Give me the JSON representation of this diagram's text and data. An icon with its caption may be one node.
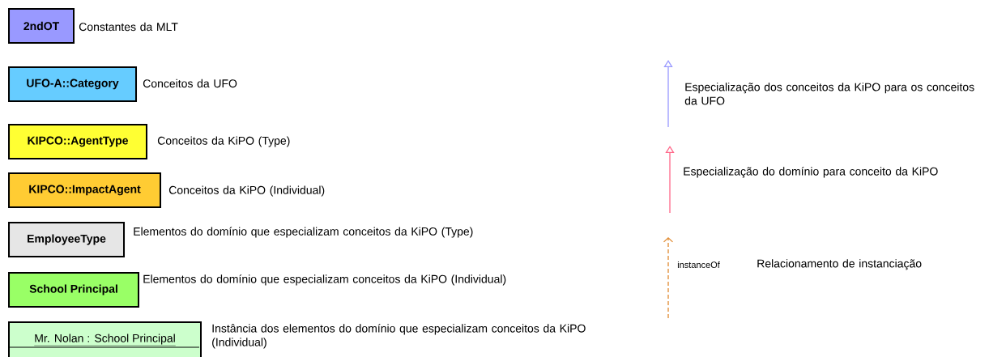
{
  "diagram": {
    "nodes": [
      {
        "text": [
          "2ndOT"
        ],
        "beside": [
          "Constantes da MLT"
        ]
      },
      {
        "text": [
          "UFO-A::Category"
        ],
        "beside": [
          "Conceitos da UFO"
        ]
      },
      {
        "text": [
          "KIPCO::AgentType"
        ],
        "beside": [
          "Conceitos da KiPO (Type)"
        ]
      },
      {
        "text": [
          "KIPCO::ImpactAgent"
        ],
        "beside": [
          "Conceitos da KiPO (Individual)"
        ]
      },
      {
        "text": [
          "EmployeeType"
        ],
        "beside": [
          "Elementos do domínio que especializam conceitos da KiPO (Type)"
        ]
      },
      {
        "text": [
          "School Principal"
        ],
        "beside": [
          "Elementos do domínio que especializam conceitos da KiPO (Individual)"
        ]
      },
      {
        "text": [
          "Mr. Nolan : School Principal"
        ],
        "beside": [
          "Instância dos elementos do domínio que especializam conceitos da KiPO (Individual)"
        ]
      }
    ],
    "labels": [
      "instanceOf"
    ],
    "legend": [
      {
        "text": "Especialização dos conceitos da KiPO para os conceitos da UFO"
      },
      {
        "text": "Especialização do domínio para conceito da KiPO"
      },
      {
        "text": "Relacionamento de instanciação"
      }
    ]
  }
}
